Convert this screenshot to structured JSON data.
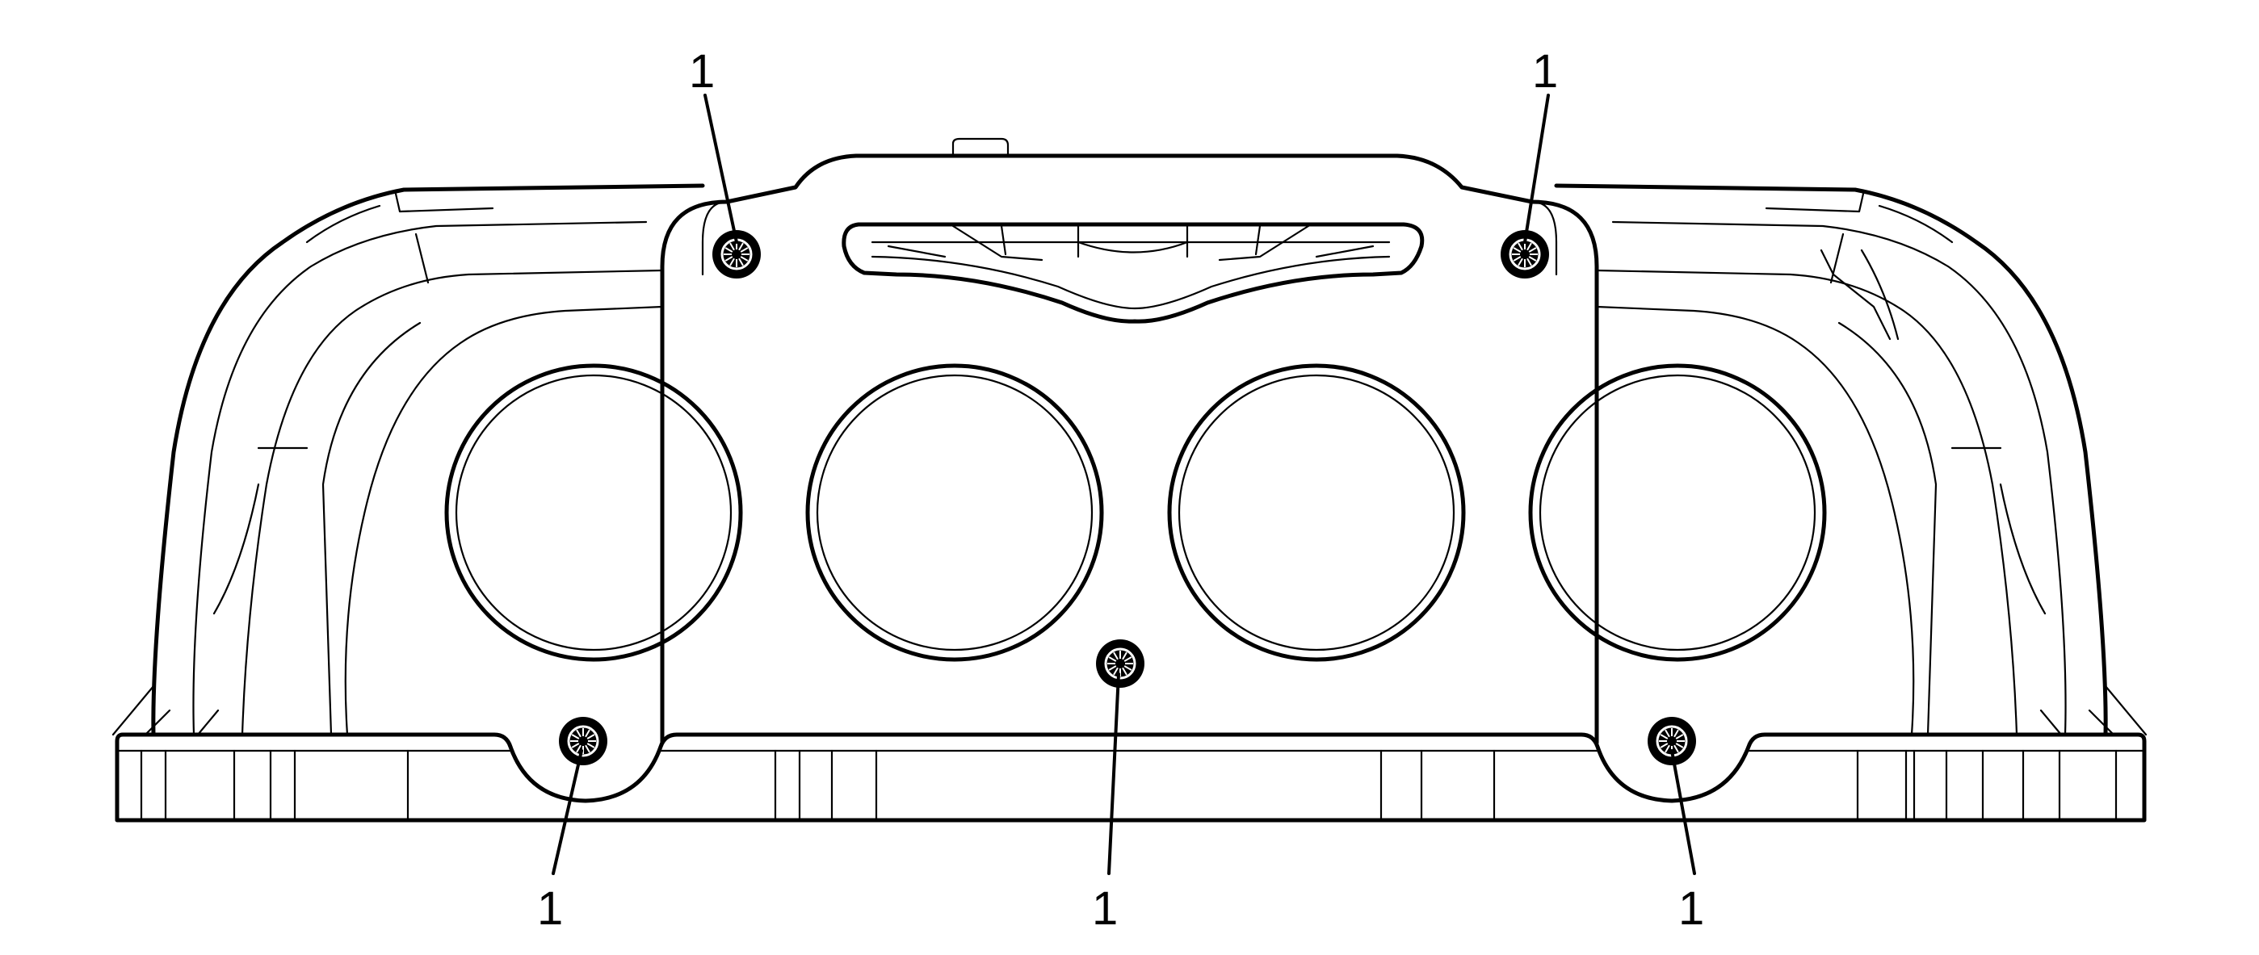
{
  "diagram": {
    "callouts": [
      {
        "id": "top-left",
        "label": "1"
      },
      {
        "id": "top-right",
        "label": "1"
      },
      {
        "id": "bottom-left",
        "label": "1"
      },
      {
        "id": "bottom-center",
        "label": "1"
      },
      {
        "id": "bottom-right",
        "label": "1"
      }
    ],
    "port_count": 4,
    "bolt_count": 5,
    "colors": {
      "line": "#000000",
      "background": "#ffffff"
    }
  }
}
